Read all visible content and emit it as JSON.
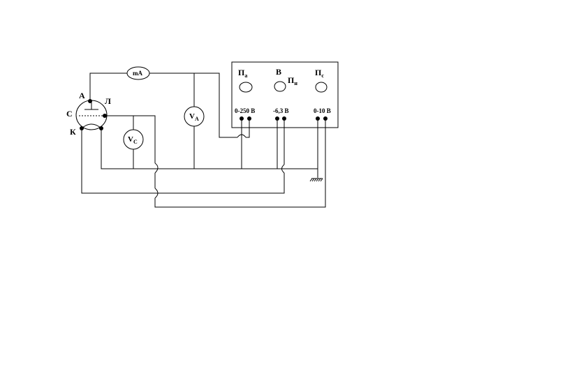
{
  "labels": {
    "milliammeter": "mA",
    "anode": "А",
    "cathode": "К",
    "grid": "С",
    "lamp": "Л",
    "voltmeter_grid_main": "V",
    "voltmeter_grid_sub": "C",
    "voltmeter_anode_main": "V",
    "voltmeter_anode_sub": "A",
    "switch_anode_main": "П",
    "switch_anode_sub": "a",
    "switch_b": "В",
    "switch_heater_main": "П",
    "switch_heater_sub": "н",
    "switch_grid_main": "П",
    "switch_grid_sub": "c",
    "terminal_anode": "0-250 В",
    "terminal_heater": "-6,3  В",
    "terminal_grid": "0-10 В"
  }
}
